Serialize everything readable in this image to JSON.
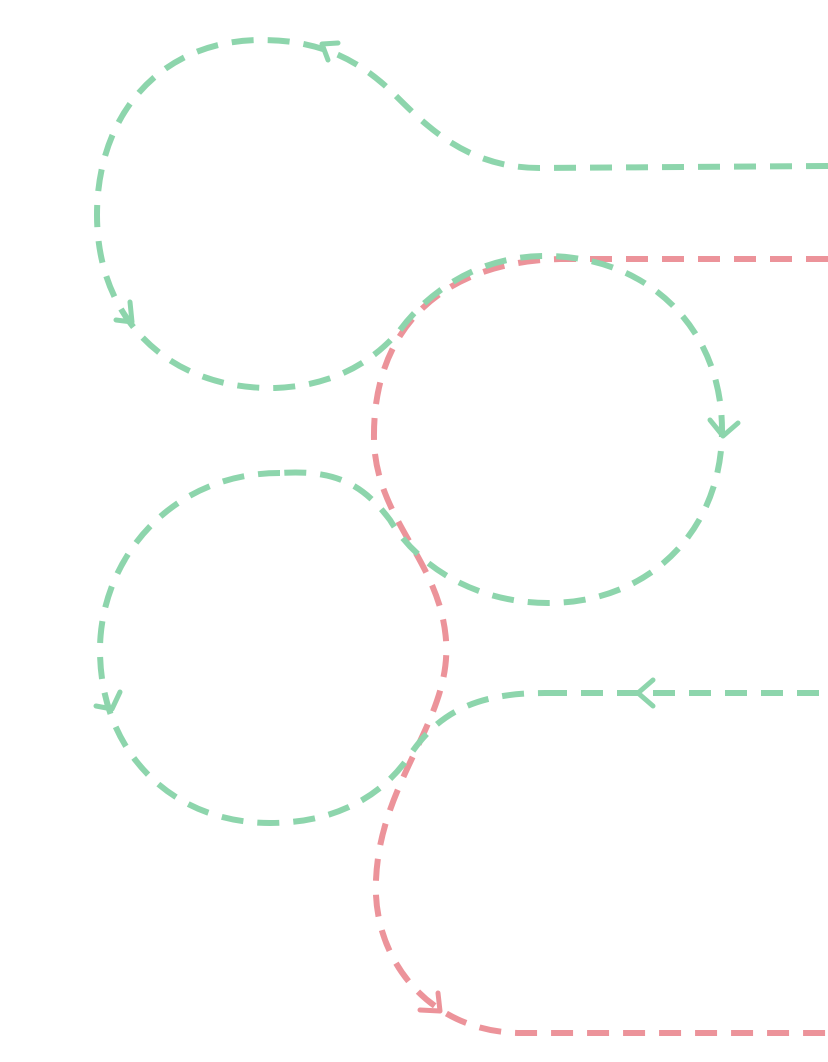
{
  "colors": {
    "green": "#8dd5ac",
    "red": "#ec939a",
    "background": "#ffffff"
  },
  "paths": [
    {
      "name": "green-loop-top-left",
      "color": "green",
      "shape": "loop"
    },
    {
      "name": "green-circle-middle",
      "color": "green",
      "shape": "circle"
    },
    {
      "name": "green-circle-lower-left",
      "color": "green",
      "shape": "circle"
    },
    {
      "name": "green-incoming-bottom",
      "color": "green",
      "shape": "line"
    },
    {
      "name": "red-curve",
      "color": "red",
      "shape": "s-curve"
    }
  ],
  "arrows": [
    {
      "name": "arrow-top-loop",
      "color": "green",
      "direction": "up-left"
    },
    {
      "name": "arrow-left-loop",
      "color": "green",
      "direction": "down"
    },
    {
      "name": "arrow-middle-circle",
      "color": "green",
      "direction": "down"
    },
    {
      "name": "arrow-lower-circle",
      "color": "green",
      "direction": "down"
    },
    {
      "name": "arrow-bottom-line",
      "color": "green",
      "direction": "left"
    },
    {
      "name": "arrow-red-bottom",
      "color": "red",
      "direction": "down-right"
    }
  ]
}
